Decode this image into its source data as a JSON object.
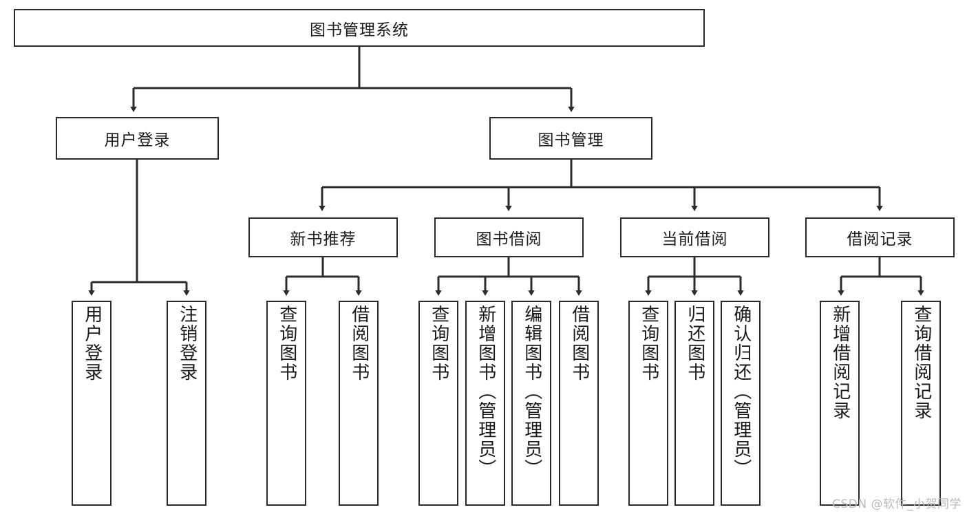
{
  "diagram": {
    "type": "tree",
    "title": "图书管理系统",
    "root": {
      "label": "图书管理系统"
    },
    "level2": [
      {
        "label": "用户登录"
      },
      {
        "label": "图书管理"
      }
    ],
    "level3": [
      {
        "label": "新书推荐"
      },
      {
        "label": "图书借阅"
      },
      {
        "label": "当前借阅"
      },
      {
        "label": "借阅记录"
      }
    ],
    "leaves": {
      "user_login": [
        {
          "label": "用户登录"
        },
        {
          "label": "注销登录"
        }
      ],
      "new_book_recommend": [
        {
          "label": "查询图书"
        },
        {
          "label": "借阅图书"
        }
      ],
      "book_borrow": [
        {
          "label": "查询图书"
        },
        {
          "label": "新增图书（管理员）"
        },
        {
          "label": "编辑图书（管理员）"
        },
        {
          "label": "借阅图书"
        }
      ],
      "current_borrow": [
        {
          "label": "查询图书"
        },
        {
          "label": "归还图书"
        },
        {
          "label": "确认归还（管理员）"
        }
      ],
      "borrow_record": [
        {
          "label": "新增借阅记录"
        },
        {
          "label": "查询借阅记录"
        }
      ]
    }
  },
  "watermark": {
    "text": "CSDN @软件_小贺同学"
  },
  "colors": {
    "box_border": "#2b2b2b",
    "box_fill": "#ffffff",
    "text": "#1a1a1a",
    "connector": "#2b2b2b",
    "watermark": "#b9b9b9"
  }
}
